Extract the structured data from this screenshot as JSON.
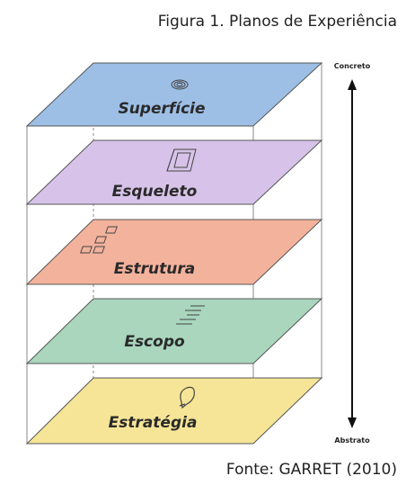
{
  "figure": {
    "caption": "Figura 1. Planos de Experiência",
    "source": "Fonte: GARRET (2010)"
  },
  "axis": {
    "top_label": "Concreto",
    "bottom_label": "Abstrato"
  },
  "planes": [
    {
      "label": "Superfície",
      "icon": "spiral-icon",
      "color": "#9dbfe6"
    },
    {
      "label": "Esqueleto",
      "icon": "frame-icon",
      "color": "#d7c3e9"
    },
    {
      "label": "Estrutura",
      "icon": "sitemap-icon",
      "color": "#f3b29c"
    },
    {
      "label": "Escopo",
      "icon": "list-icon",
      "color": "#a9d6bd"
    },
    {
      "label": "Estratégia",
      "icon": "lightbulb-icon",
      "color": "#f6e597"
    }
  ]
}
